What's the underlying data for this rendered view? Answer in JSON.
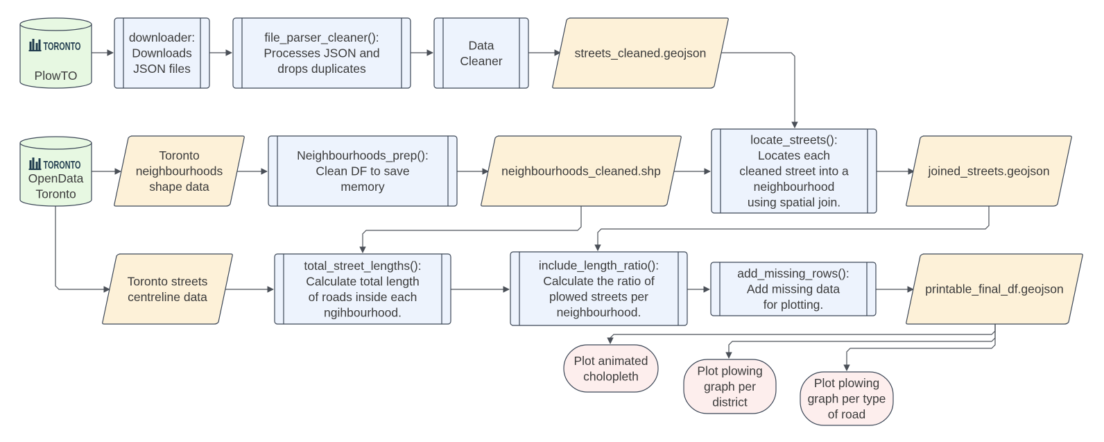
{
  "colors": {
    "process_fill": "#edf3fd",
    "process_stroke": "#3b4656",
    "data_fill": "#fdf1d8",
    "data_stroke": "#3b4656",
    "db_fill": "#e7f8e2",
    "terminal_fill": "#fdeeed",
    "connector": "#4a4f57",
    "logo_text": "#1f3b4d"
  },
  "nodes": {
    "plowto_db": {
      "logo": "TORONTO",
      "lines": [
        "PlowTO"
      ]
    },
    "downloader": {
      "lines": [
        "downloader:",
        "Downloads",
        "JSON files"
      ]
    },
    "file_parser_cleaner": {
      "lines": [
        "file_parser_cleaner():",
        "Processes JSON and",
        "drops duplicates"
      ]
    },
    "data_cleaner": {
      "lines": [
        "Data",
        "Cleaner"
      ]
    },
    "streets_cleaned": {
      "lines": [
        "streets_cleaned.geojson"
      ]
    },
    "opendata_db": {
      "logo": "TORONTO",
      "lines": [
        "OpenData",
        "Toronto"
      ]
    },
    "neighbourhoods_shape": {
      "lines": [
        "Toronto",
        "neighbourhoods",
        "shape data"
      ]
    },
    "neighbourhoods_prep": {
      "lines": [
        "Neighbourhoods_prep():",
        "Clean DF to save",
        "memory"
      ]
    },
    "neighbourhoods_cleaned": {
      "lines": [
        "neighbourhoods_cleaned.shp"
      ]
    },
    "locate_streets": {
      "lines": [
        "locate_streets():",
        "Locates each",
        "cleaned street into a",
        "neighbourhood",
        "using spatial join."
      ]
    },
    "joined_streets": {
      "lines": [
        "joined_streets.geojson"
      ]
    },
    "streets_centreline": {
      "lines": [
        "Toronto streets",
        "centreline data"
      ]
    },
    "total_street_lengths": {
      "lines": [
        "total_street_lengths():",
        "Calculate total length",
        "of roads inside each",
        "ngihbourhood."
      ]
    },
    "include_length_ratio": {
      "lines": [
        "include_length_ratio():",
        "Calculate the ratio of",
        "plowed streets per",
        "neighbourhood."
      ]
    },
    "add_missing_rows": {
      "lines": [
        "add_missing_rows():",
        "Add missing data",
        "for plotting."
      ]
    },
    "printable_final": {
      "lines": [
        "printable_final_df.geojson"
      ]
    },
    "plot_choropleth": {
      "lines": [
        "Plot animated",
        "cholopleth"
      ]
    },
    "plot_district": {
      "lines": [
        "Plot plowing",
        "graph per",
        "district"
      ]
    },
    "plot_road_type": {
      "lines": [
        "Plot plowing",
        "graph per type",
        "of road"
      ]
    }
  }
}
